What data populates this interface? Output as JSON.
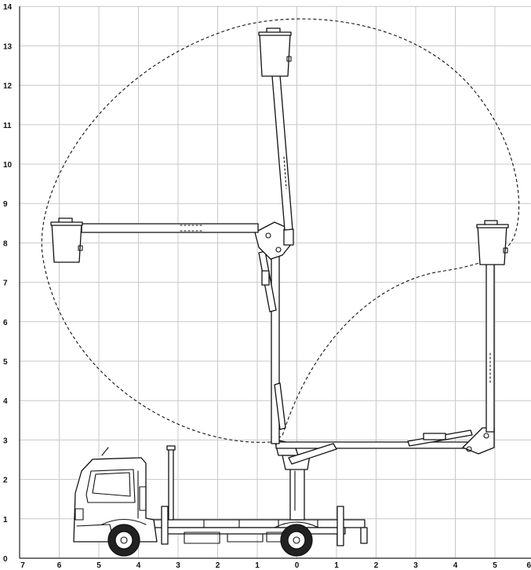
{
  "y_axis_ticks": [
    "0",
    "1",
    "2",
    "3",
    "4",
    "5",
    "6",
    "7",
    "8",
    "9",
    "10",
    "11",
    "12",
    "13",
    "14"
  ],
  "x_axis_ticks": [
    "7",
    "6",
    "5",
    "4",
    "3",
    "2",
    "1",
    "0",
    "1",
    "2",
    "3",
    "4",
    "5",
    "6"
  ],
  "colors": {
    "grid": "#c8c8c8",
    "line": "#111111",
    "background": "#ffffff"
  },
  "icons": [
    "truck-cab",
    "aerial-boom",
    "work-basket",
    "outrigger",
    "wheel"
  ]
}
